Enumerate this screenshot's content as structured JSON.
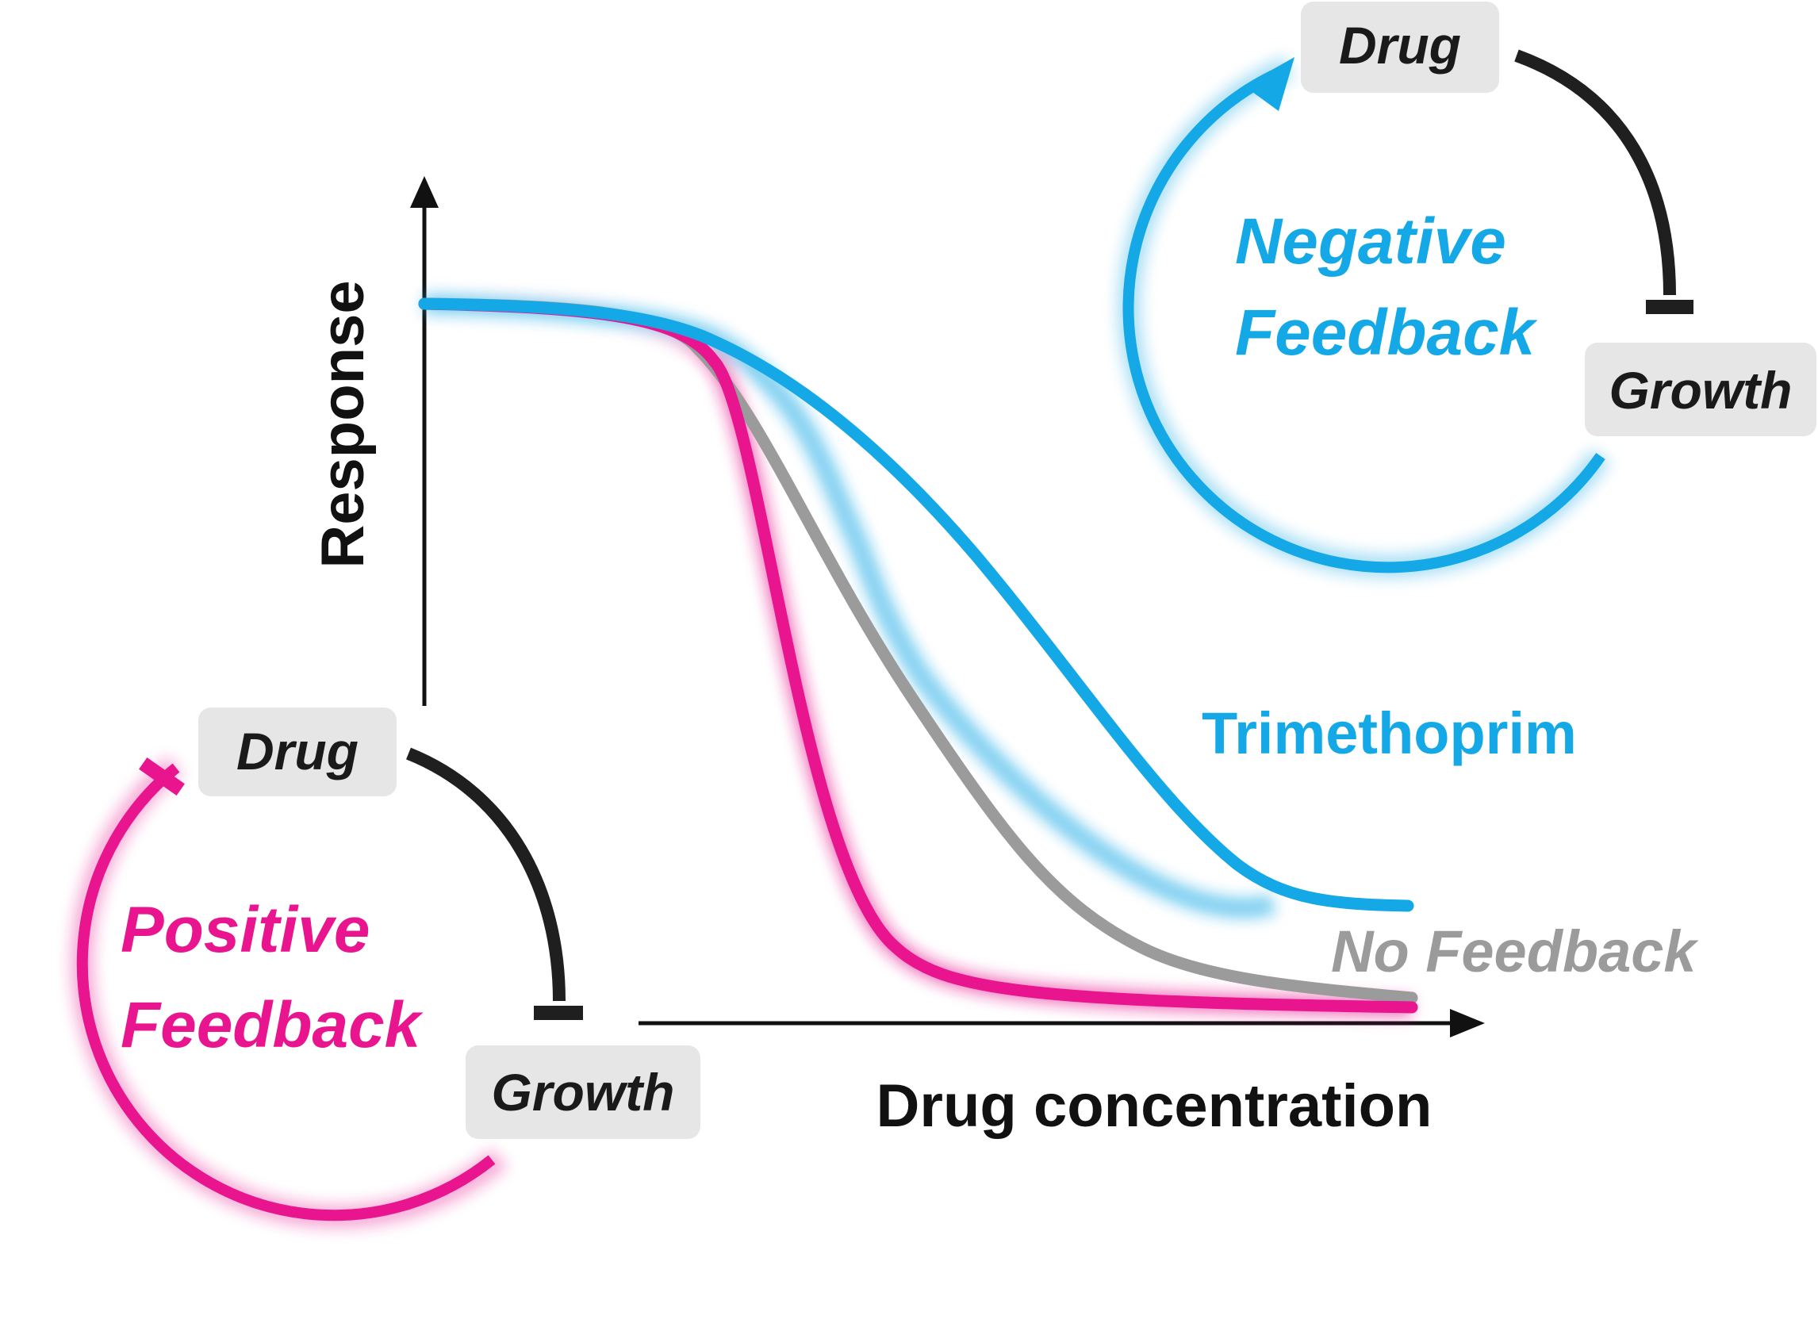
{
  "colors": {
    "negative": "#14a9e6",
    "positive": "#e8158f",
    "none": "#9b9b9b",
    "inhibit": "#1f1f1f",
    "axis": "#111111",
    "node_bg": "#e6e6e6"
  },
  "axes": {
    "x_label": "Drug concentration",
    "y_label": "Response"
  },
  "curves": {
    "trimethoprim": {
      "label": "Trimethoprim"
    },
    "no_feedback": {
      "label": "No Feedback"
    }
  },
  "negative_loop": {
    "title_line1": "Negative",
    "title_line2": "Feedback",
    "drug_label": "Drug",
    "growth_label": "Growth"
  },
  "positive_loop": {
    "title_line1": "Positive",
    "title_line2": "Feedback",
    "drug_label": "Drug",
    "growth_label": "Growth"
  }
}
